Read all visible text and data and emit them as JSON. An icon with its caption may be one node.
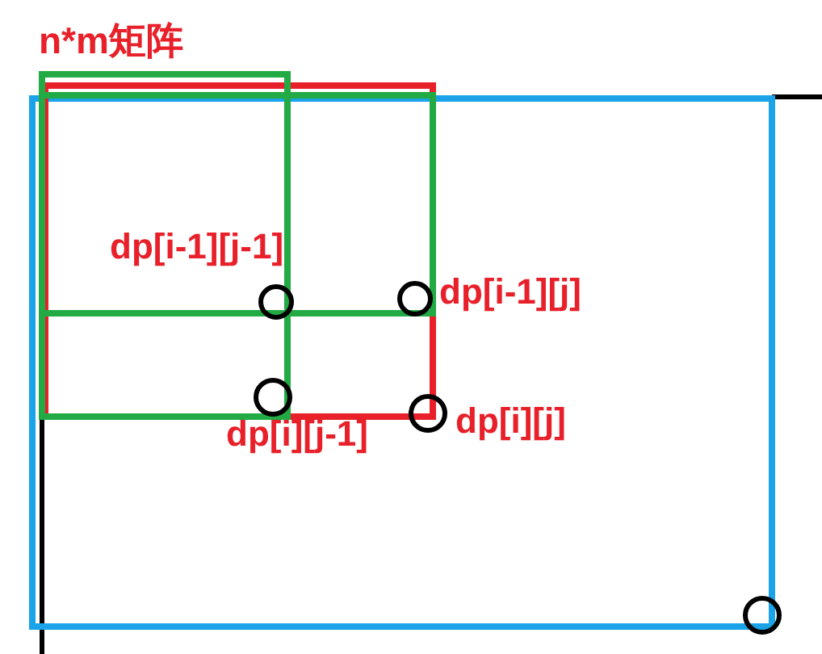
{
  "diagram": {
    "nodes": [
      {
        "text": [],
        "shape": "circle",
        "beside": [
          "dp[i-1][j-1]"
        ]
      },
      {
        "text": [],
        "shape": "circle",
        "beside": [
          "dp[i-1][j]"
        ]
      },
      {
        "text": [],
        "shape": "circle",
        "beside": [
          "dp[i][j-1]"
        ]
      },
      {
        "text": [],
        "shape": "circle",
        "beside": [
          "dp[i][j]"
        ]
      },
      {
        "text": [],
        "shape": "circle"
      }
    ],
    "labels": [
      "n*m矩阵"
    ]
  }
}
